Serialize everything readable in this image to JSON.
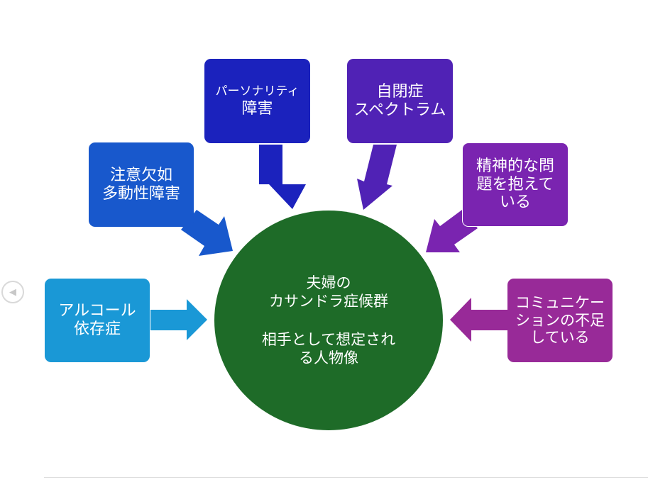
{
  "center": {
    "title": "夫婦の\nカサンドラ症候群",
    "subtitle": "相手として想定され\nる人物像",
    "color": "#1e6b28"
  },
  "boxes": {
    "alcohol": {
      "label": "アルコール\n依存症",
      "color": "#1a98d6"
    },
    "adhd": {
      "label": "注意欠如\n多動性障害",
      "color": "#1858cc"
    },
    "personality": {
      "label_small": "パーソナリティ",
      "label": "障害",
      "color": "#1b22bd"
    },
    "autism": {
      "label": "自閉症\nスペクトラム",
      "color": "#5022b5"
    },
    "mental": {
      "label": "精神的な問\n題を抱えて\nいる",
      "color": "#7a24b0"
    },
    "communication": {
      "label": "コミュニケー\nションの不足\nしている",
      "color": "#982a98"
    }
  },
  "nav": {
    "prev_icon": "chevron-left-icon"
  }
}
